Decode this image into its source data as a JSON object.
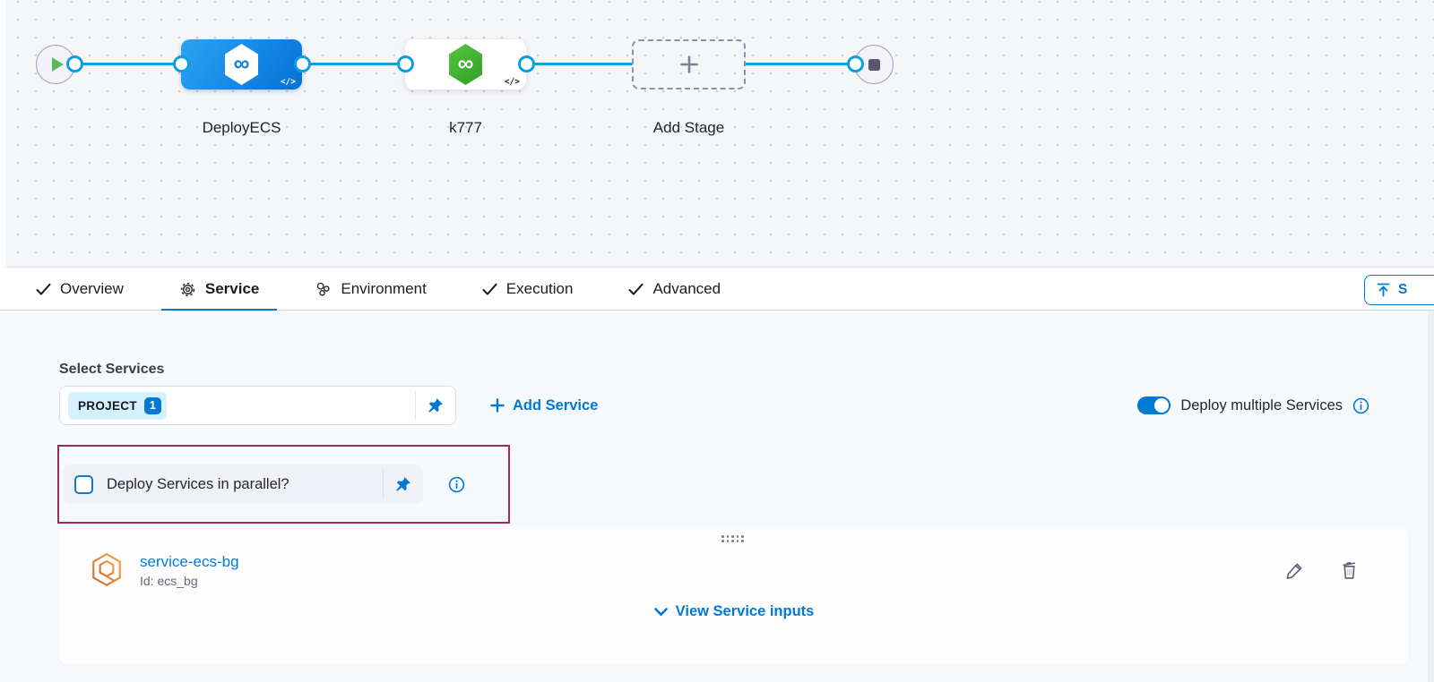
{
  "colors": {
    "accent_blue": "#0278d5",
    "connector_blue": "#0b9fe0",
    "stage_blue_gradient": "#0570d8",
    "stage_green": "#42ba3e",
    "highlight_maroon": "#9e2b4f",
    "service_icon_orange": "#e07b17"
  },
  "icons": {
    "harness_logo_glyph": "∞",
    "code_glyph": "</>"
  },
  "pipeline_canvas": {
    "stages": [
      {
        "label": "DeployECS"
      },
      {
        "label": "k777"
      }
    ],
    "add_stage_label": "Add Stage"
  },
  "tabs": {
    "items": [
      {
        "label": "Overview"
      },
      {
        "label": "Service"
      },
      {
        "label": "Environment"
      },
      {
        "label": "Execution"
      },
      {
        "label": "Advanced"
      }
    ],
    "save_button_visible_text": "S"
  },
  "service_section": {
    "select_services_label": "Select Services",
    "services_field": {
      "tag_label": "PROJECT",
      "tag_count": "1"
    },
    "add_service_label": "Add Service",
    "deploy_multiple_toggle": {
      "label": "Deploy multiple Services",
      "state": "on"
    },
    "parallel_option": {
      "label": "Deploy Services in parallel?",
      "checked": false
    },
    "service_card": {
      "name": "service-ecs-bg",
      "id_text": "Id: ecs_bg",
      "view_inputs_label": "View Service inputs"
    }
  }
}
